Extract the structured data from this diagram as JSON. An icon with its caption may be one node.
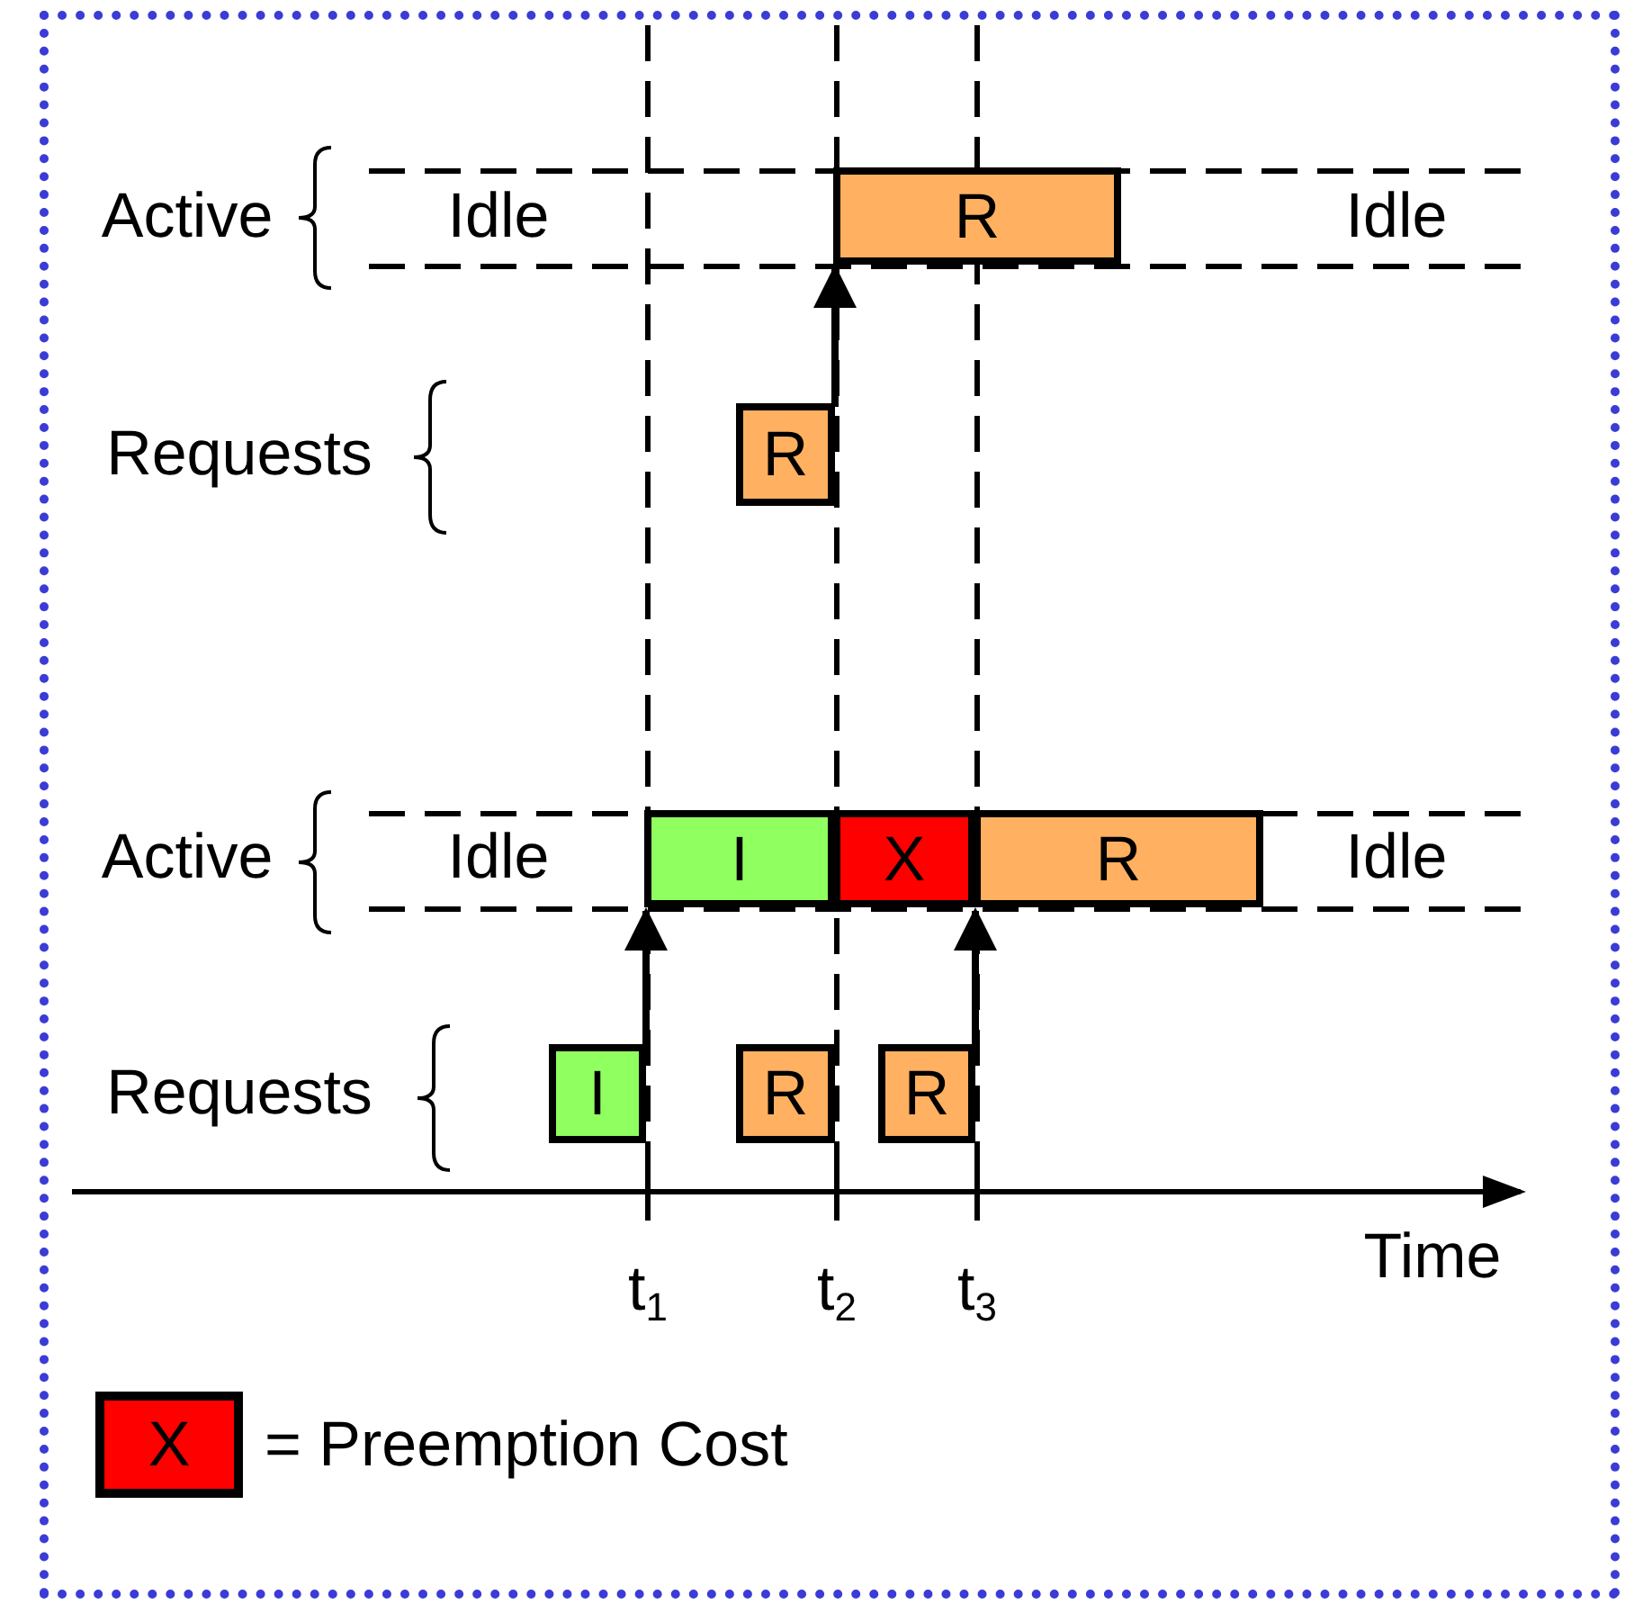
{
  "diagram": {
    "nodes": [
      {
        "text": [
          "R"
        ]
      },
      {
        "text": [
          "R"
        ]
      },
      {
        "text": [
          "I"
        ]
      },
      {
        "text": [
          "X"
        ]
      },
      {
        "text": [
          "R"
        ]
      },
      {
        "text": [
          "I"
        ]
      },
      {
        "text": [
          "R"
        ]
      },
      {
        "text": [
          "R"
        ]
      }
    ],
    "edges": [
      {
        "from": 1,
        "to": 0,
        "arrow": "to"
      },
      {
        "from": 5,
        "to": 2,
        "arrow": "to"
      },
      {
        "from": 7,
        "to": 4,
        "arrow": "to"
      }
    ],
    "labels": [
      "Active",
      "Idle",
      "Idle",
      "Requests",
      "Active",
      "Idle",
      "Idle",
      "Requests",
      "Time",
      "t$_{1}$",
      "t$_{2}$",
      "t$_{3}$",
      "X"
    ],
    "legend": [
      {
        "text": "= Preemption Cost",
        "color": "#ff0000"
      }
    ]
  }
}
